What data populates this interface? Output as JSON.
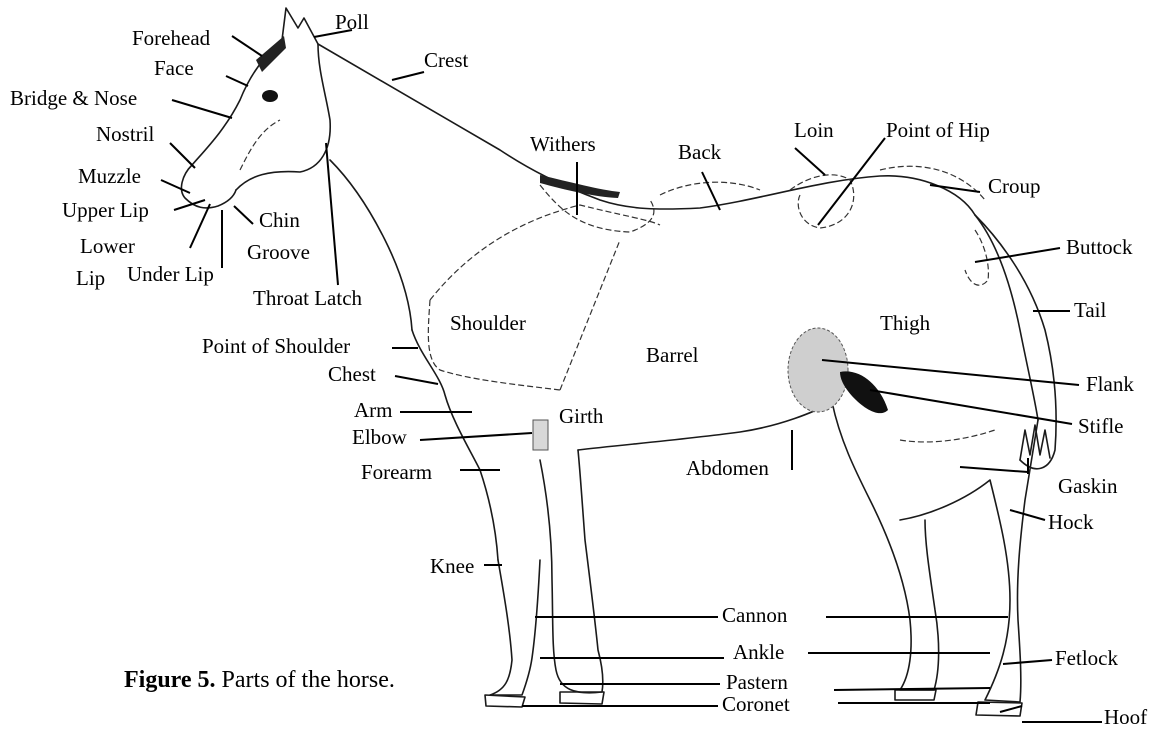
{
  "figure": {
    "caption_bold": "Figure 5.",
    "caption_text": " Parts of the horse."
  },
  "labels": {
    "poll": "Poll",
    "forehead": "Forehead",
    "crest": "Crest",
    "face": "Face",
    "bridge_nose": "Bridge & Nose",
    "nostril": "Nostril",
    "muzzle": "Muzzle",
    "upper_lip": "Upper Lip",
    "lower_lip_1": "Lower",
    "lower_lip_2": "Lip",
    "under_lip": "Under Lip",
    "chin_groove_1": "Chin",
    "chin_groove_2": "Groove",
    "throat_latch": "Throat Latch",
    "withers": "Withers",
    "back": "Back",
    "loin": "Loin",
    "point_of_hip": "Point of Hip",
    "croup": "Croup",
    "buttock": "Buttock",
    "tail": "Tail",
    "shoulder": "Shoulder",
    "thigh": "Thigh",
    "point_of_shoulder": "Point of Shoulder",
    "barrel": "Barrel",
    "chest": "Chest",
    "flank": "Flank",
    "arm": "Arm",
    "girth": "Girth",
    "stifle": "Stifle",
    "elbow": "Elbow",
    "abdomen": "Abdomen",
    "forearm": "Forearm",
    "gaskin": "Gaskin",
    "hock": "Hock",
    "knee": "Knee",
    "cannon": "Cannon",
    "ankle": "Ankle",
    "fetlock": "Fetlock",
    "pastern": "Pastern",
    "coronet": "Coronet",
    "hoof": "Hoof"
  }
}
